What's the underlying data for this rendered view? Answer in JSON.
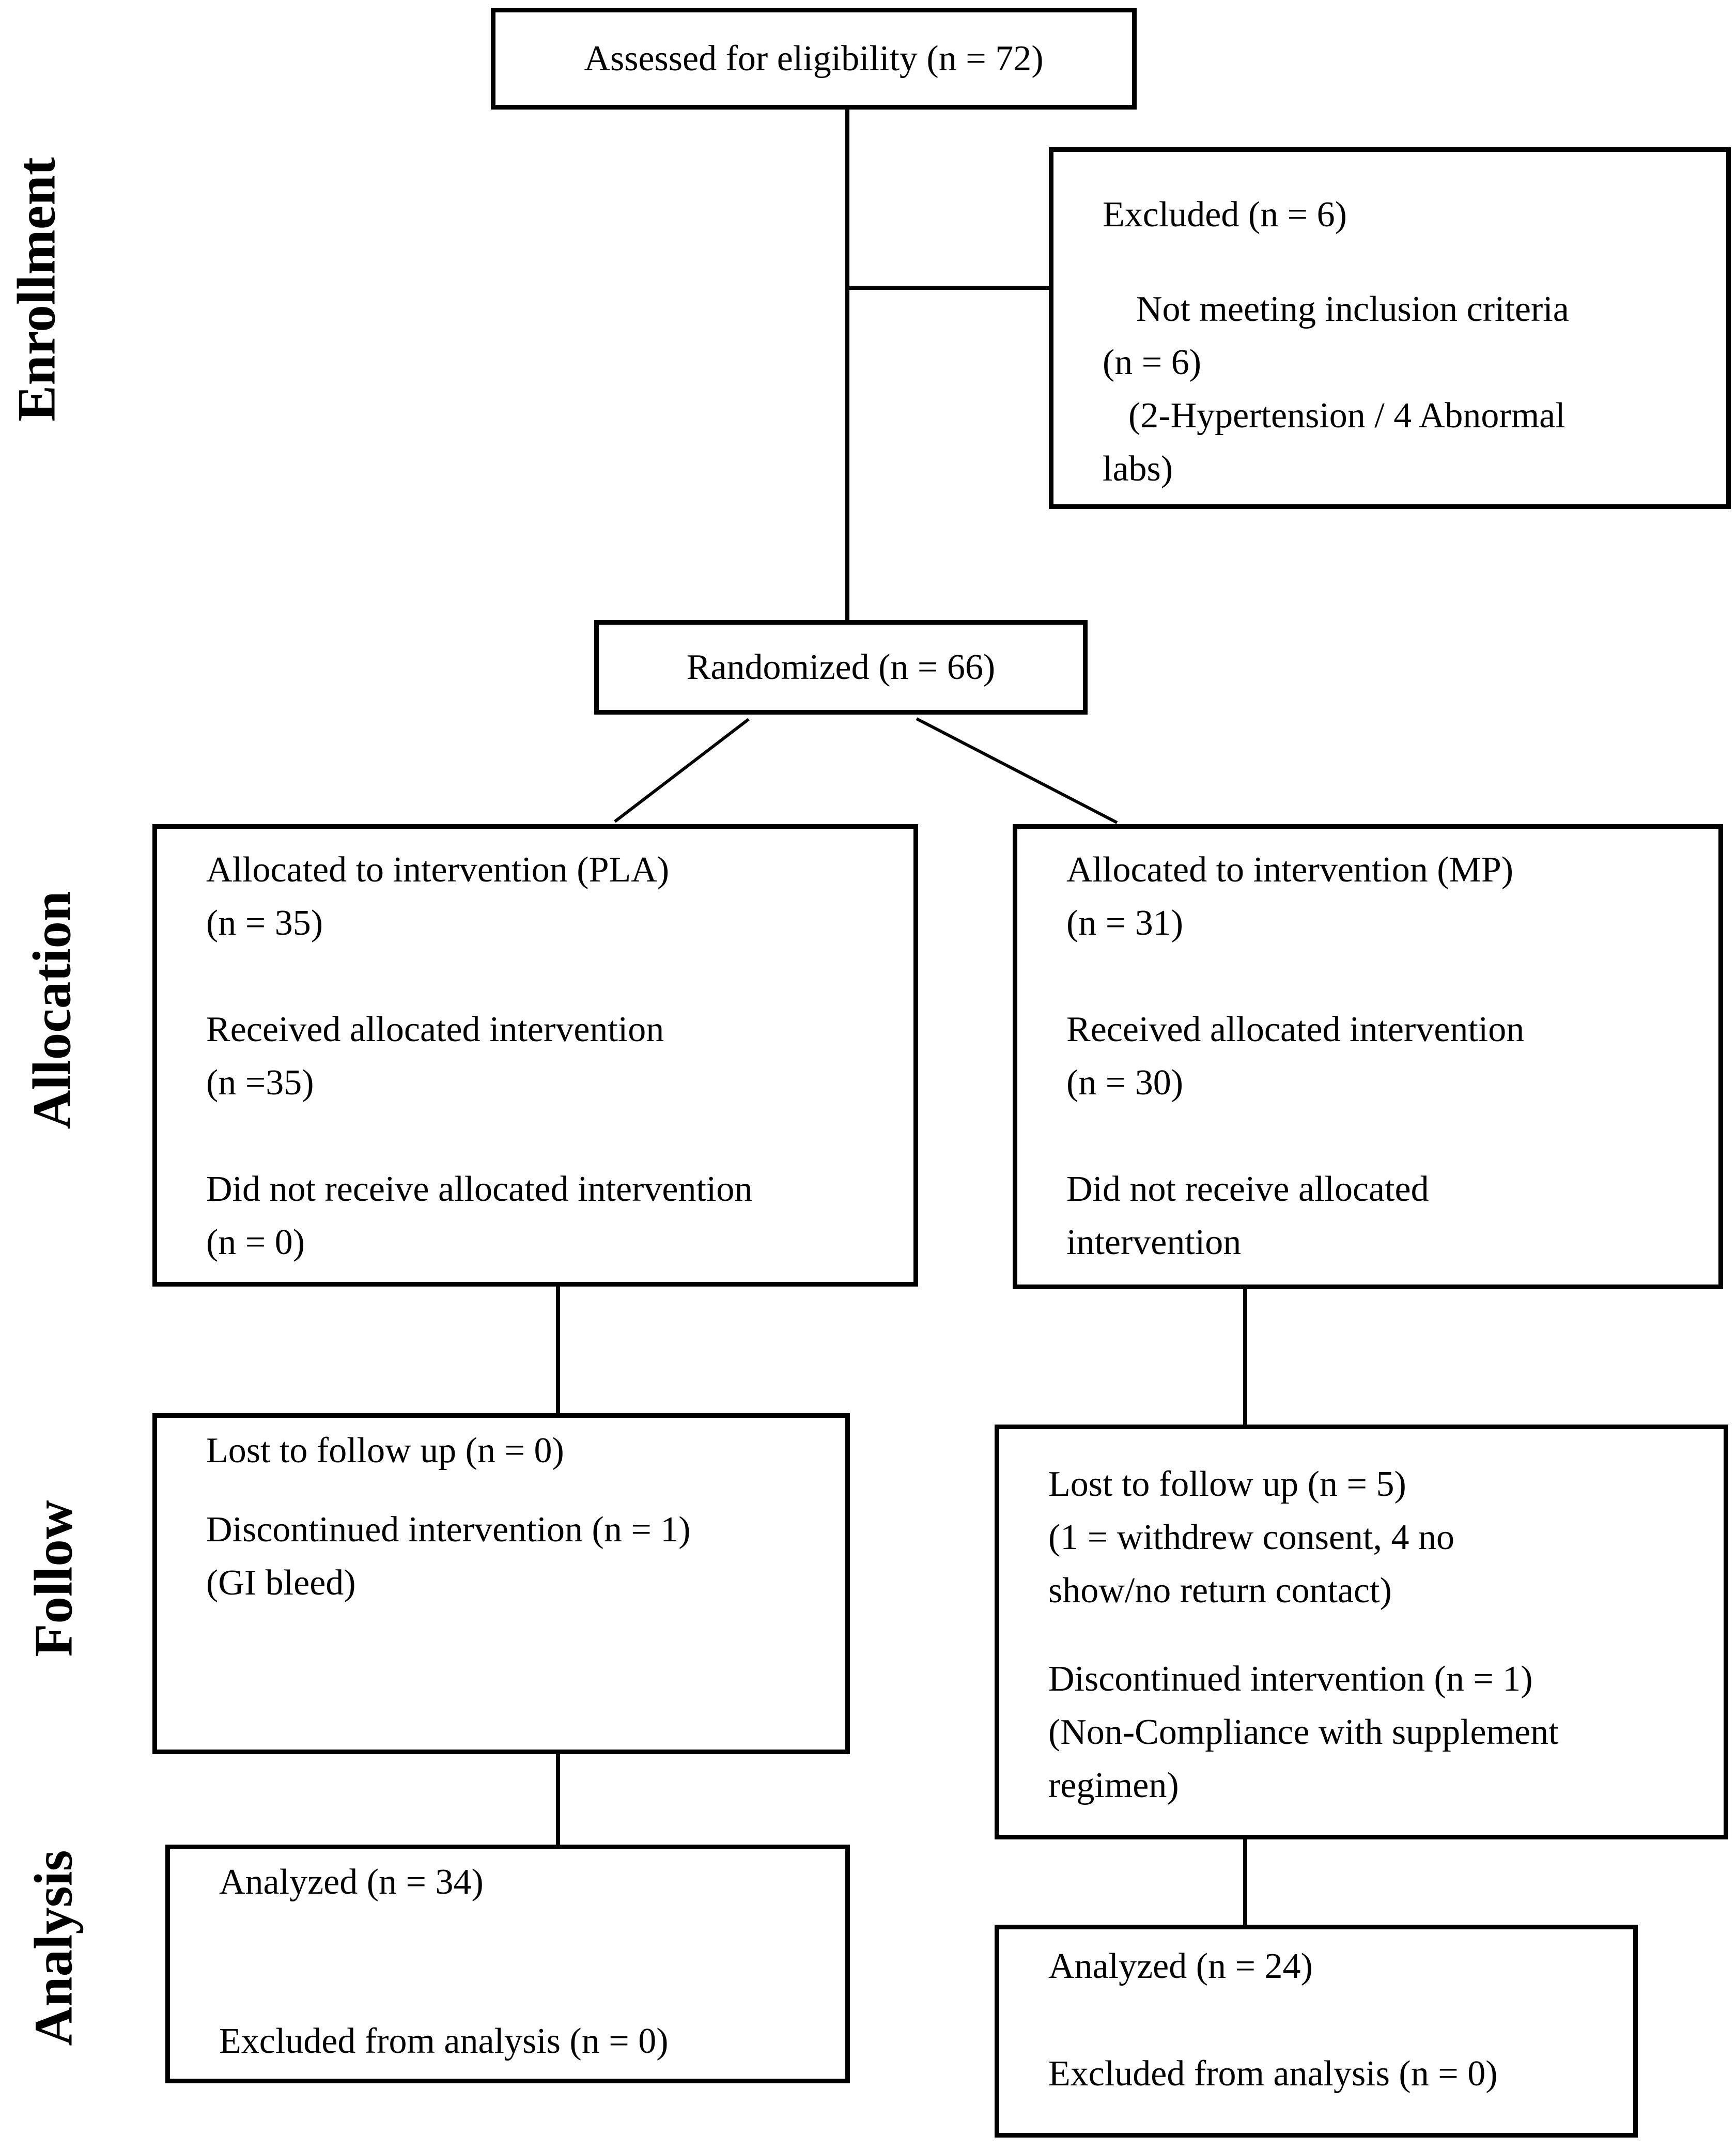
{
  "stage_labels": {
    "enrollment": "Enrollment",
    "allocation": "Allocation",
    "follow": "Follow",
    "analysis": "Analysis"
  },
  "boxes": {
    "assessed": {
      "text": "Assessed for eligibility (n = 72)"
    },
    "excluded": {
      "lines": [
        "Excluded (n = 6)",
        "Not meeting inclusion criteria",
        "(n = 6)",
        "(2-Hypertension / 4 Abnormal",
        "labs)"
      ]
    },
    "randomized": {
      "text": "Randomized (n = 66)"
    },
    "alloc_left": {
      "lines": [
        "Allocated to intervention (PLA)",
        "(n = 35)",
        "Received allocated intervention",
        "(n =35)",
        "Did not receive allocated intervention",
        "(n = 0)"
      ]
    },
    "alloc_right": {
      "lines": [
        "Allocated to intervention (MP)",
        "(n = 31)",
        "Received allocated intervention",
        "(n = 30)",
        "Did not receive allocated",
        "intervention"
      ]
    },
    "follow_left": {
      "lines": [
        "Lost to follow up (n = 0)",
        "Discontinued intervention (n = 1)",
        "(GI bleed)"
      ]
    },
    "follow_right": {
      "lines": [
        "Lost to follow up (n = 5)",
        "(1 = withdrew consent, 4 no",
        "show/no return contact)",
        "Discontinued intervention (n = 1)",
        "(Non-Compliance with supplement",
        "regimen)"
      ]
    },
    "analysis_left": {
      "lines": [
        "Analyzed (n = 34)",
        "Excluded from analysis (n = 0)"
      ]
    },
    "analysis_right": {
      "lines": [
        "Analyzed (n = 24)",
        "Excluded from analysis (n = 0)"
      ]
    }
  },
  "colors": {
    "line": "#000000",
    "background": "#ffffff",
    "text": "#000000"
  }
}
